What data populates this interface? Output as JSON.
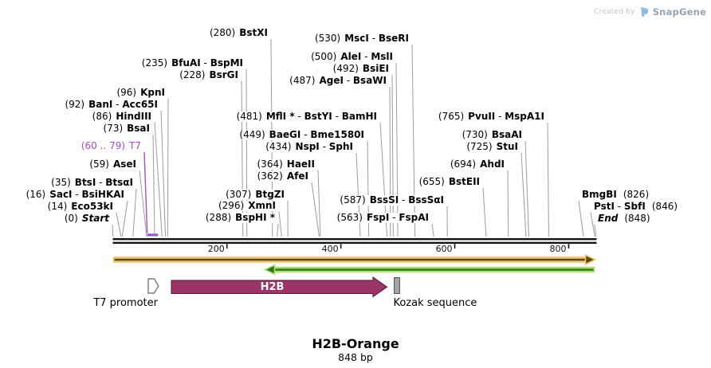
{
  "watermark": {
    "created_by": "Created by",
    "brand": "SnapGene"
  },
  "title": {
    "name": "H2B-Orange",
    "length": "848 bp"
  },
  "ui": {
    "name_separator": " - "
  },
  "ruler": {
    "ticks": [
      {
        "bp": 200,
        "label": "200"
      },
      {
        "bp": 400,
        "label": "400"
      },
      {
        "bp": 600,
        "label": "600"
      },
      {
        "bp": 800,
        "label": "800"
      }
    ],
    "total_bp": 848
  },
  "sites": [
    {
      "bp": 0,
      "pos": "(0)",
      "names": [
        "Start"
      ],
      "italic": true
    },
    {
      "bp": 14,
      "pos": "(14)",
      "names": [
        "Eco53kI"
      ]
    },
    {
      "bp": 16,
      "pos": "(16)",
      "names": [
        "SacI",
        "BsiHKAI"
      ]
    },
    {
      "bp": 35,
      "pos": "(35)",
      "names": [
        "BtsI",
        "BtsαI"
      ]
    },
    {
      "bp": 59,
      "pos": "(59)",
      "names": [
        "AseI"
      ]
    },
    {
      "bp": 60,
      "bp_end": 79,
      "pos": "(60 .. 79)",
      "names": [
        "T7"
      ],
      "t7": true
    },
    {
      "bp": 73,
      "pos": "(73)",
      "names": [
        "BsaI"
      ]
    },
    {
      "bp": 86,
      "pos": "(86)",
      "names": [
        "HindIII"
      ]
    },
    {
      "bp": 92,
      "pos": "(92)",
      "names": [
        "BanI",
        "Acc65I"
      ]
    },
    {
      "bp": 96,
      "pos": "(96)",
      "names": [
        "KpnI"
      ]
    },
    {
      "bp": 228,
      "pos": "(228)",
      "names": [
        "BsrGI"
      ]
    },
    {
      "bp": 235,
      "pos": "(235)",
      "names": [
        "BfuAI",
        "BspMI"
      ]
    },
    {
      "bp": 280,
      "pos": "(280)",
      "names": [
        "BstXI"
      ]
    },
    {
      "bp": 288,
      "pos": "(288)",
      "names": [
        "BspHI *"
      ]
    },
    {
      "bp": 296,
      "pos": "(296)",
      "names": [
        "XmnI"
      ]
    },
    {
      "bp": 307,
      "pos": "(307)",
      "names": [
        "BtgZI"
      ]
    },
    {
      "bp": 362,
      "pos": "(362)",
      "names": [
        "AfeI"
      ]
    },
    {
      "bp": 364,
      "pos": "(364)",
      "names": [
        "HaeII"
      ]
    },
    {
      "bp": 434,
      "pos": "(434)",
      "names": [
        "NspI",
        "SphI"
      ]
    },
    {
      "bp": 449,
      "pos": "(449)",
      "names": [
        "BaeGI",
        "Bme1580I"
      ]
    },
    {
      "bp": 481,
      "pos": "(481)",
      "names": [
        "MflI *",
        "BstYI",
        "BamHI"
      ]
    },
    {
      "bp": 487,
      "pos": "(487)",
      "names": [
        "AgeI",
        "BsaWI"
      ]
    },
    {
      "bp": 492,
      "pos": "(492)",
      "names": [
        "BsiEI"
      ]
    },
    {
      "bp": 500,
      "pos": "(500)",
      "names": [
        "AleI",
        "MslI"
      ]
    },
    {
      "bp": 530,
      "pos": "(530)",
      "names": [
        "MscI",
        "BseRI"
      ]
    },
    {
      "bp": 563,
      "pos": "(563)",
      "names": [
        "FspI",
        "FspAI"
      ]
    },
    {
      "bp": 587,
      "pos": "(587)",
      "names": [
        "BssSI",
        "BssSαI"
      ]
    },
    {
      "bp": 655,
      "pos": "(655)",
      "names": [
        "BstEII"
      ]
    },
    {
      "bp": 694,
      "pos": "(694)",
      "names": [
        "AhdI"
      ]
    },
    {
      "bp": 725,
      "pos": "(725)",
      "names": [
        "StuI"
      ]
    },
    {
      "bp": 730,
      "pos": "(730)",
      "names": [
        "BsaAI"
      ]
    },
    {
      "bp": 765,
      "pos": "(765)",
      "names": [
        "PvuII",
        "MspA1I"
      ]
    },
    {
      "bp": 826,
      "pos": "(826)",
      "names": [
        "BmgBI"
      ],
      "pos_after": true
    },
    {
      "bp": 846,
      "pos": "(846)",
      "names": [
        "PstI",
        "SbfI"
      ],
      "pos_after": true
    },
    {
      "bp": 848,
      "pos": "(848)",
      "names": [
        "End"
      ],
      "italic": true,
      "pos_after": true
    }
  ],
  "features": {
    "t7": {
      "label": "T7 promoter"
    },
    "h2b": {
      "label": "H2B"
    },
    "kozak": {
      "label": "Kozak sequence"
    }
  },
  "colors": {
    "t7_purple": "#A44BD3",
    "leader_line": "#9B9B9B",
    "backbone": "#151515",
    "orange_band": "#F2C46F",
    "orange_core": "#5E4A17",
    "green_band": "#ABE26E",
    "green_core": "#2F7222",
    "h2b_fill": "#9B3568",
    "h2b_stroke": "#53163A",
    "kozak_fill": "#A0A5AA",
    "kozak_stroke": "#4A4E52",
    "promoter_outline": "#7A7A7A"
  }
}
